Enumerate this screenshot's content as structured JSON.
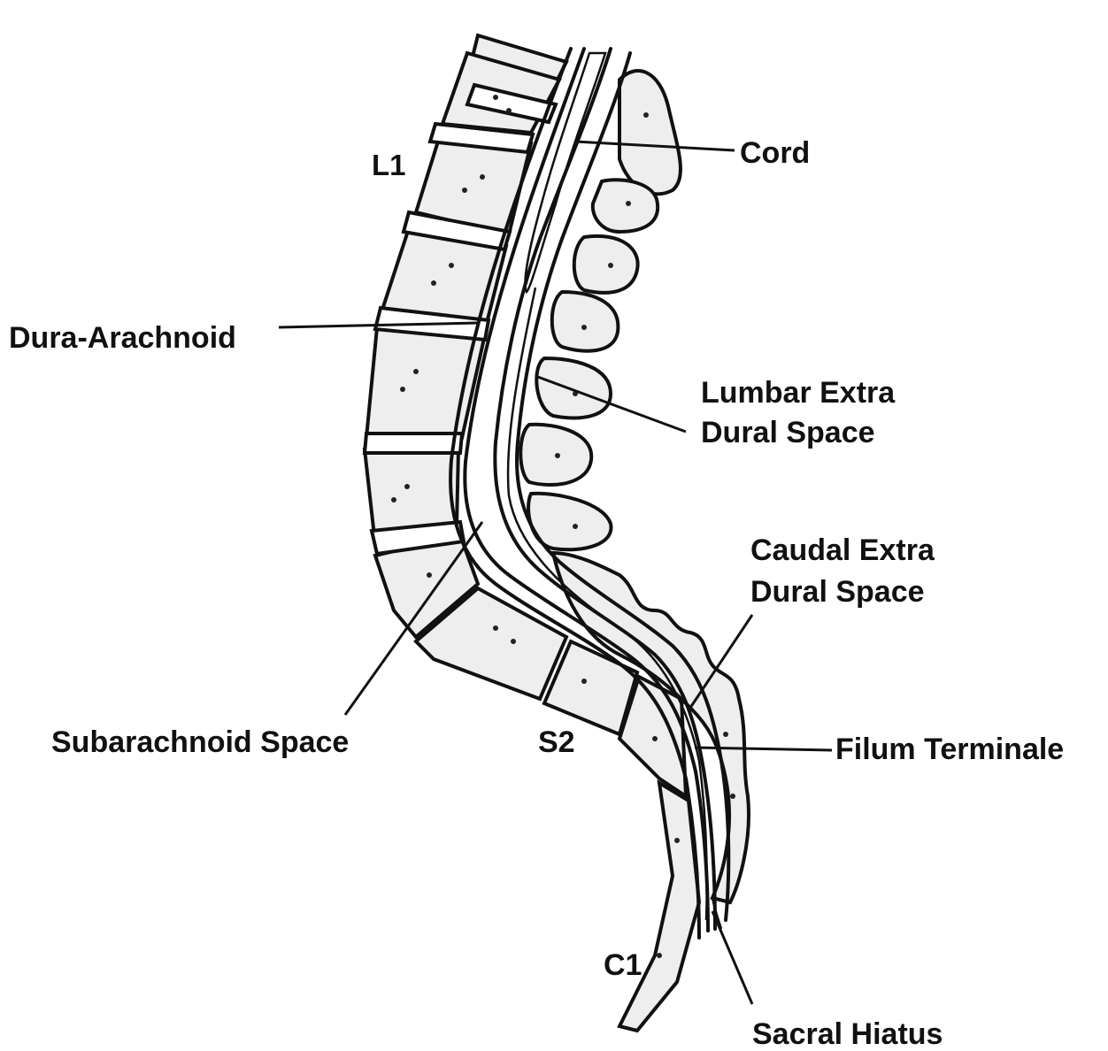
{
  "figure": {
    "labels": {
      "l1": "L1",
      "cord": "Cord",
      "dura_arachnoid": "Dura-Arachnoid",
      "lumbar_extra_dural": [
        "Lumbar Extra",
        "Dural Space"
      ],
      "caudal_extra_dural": [
        "Caudal Extra",
        "Dural Space"
      ],
      "subarachnoid_space": "Subarachnoid Space",
      "s2": "S2",
      "filum_terminale": "Filum Terminale",
      "c1": "C1",
      "sacral_hiatus": "Sacral Hiatus"
    }
  }
}
